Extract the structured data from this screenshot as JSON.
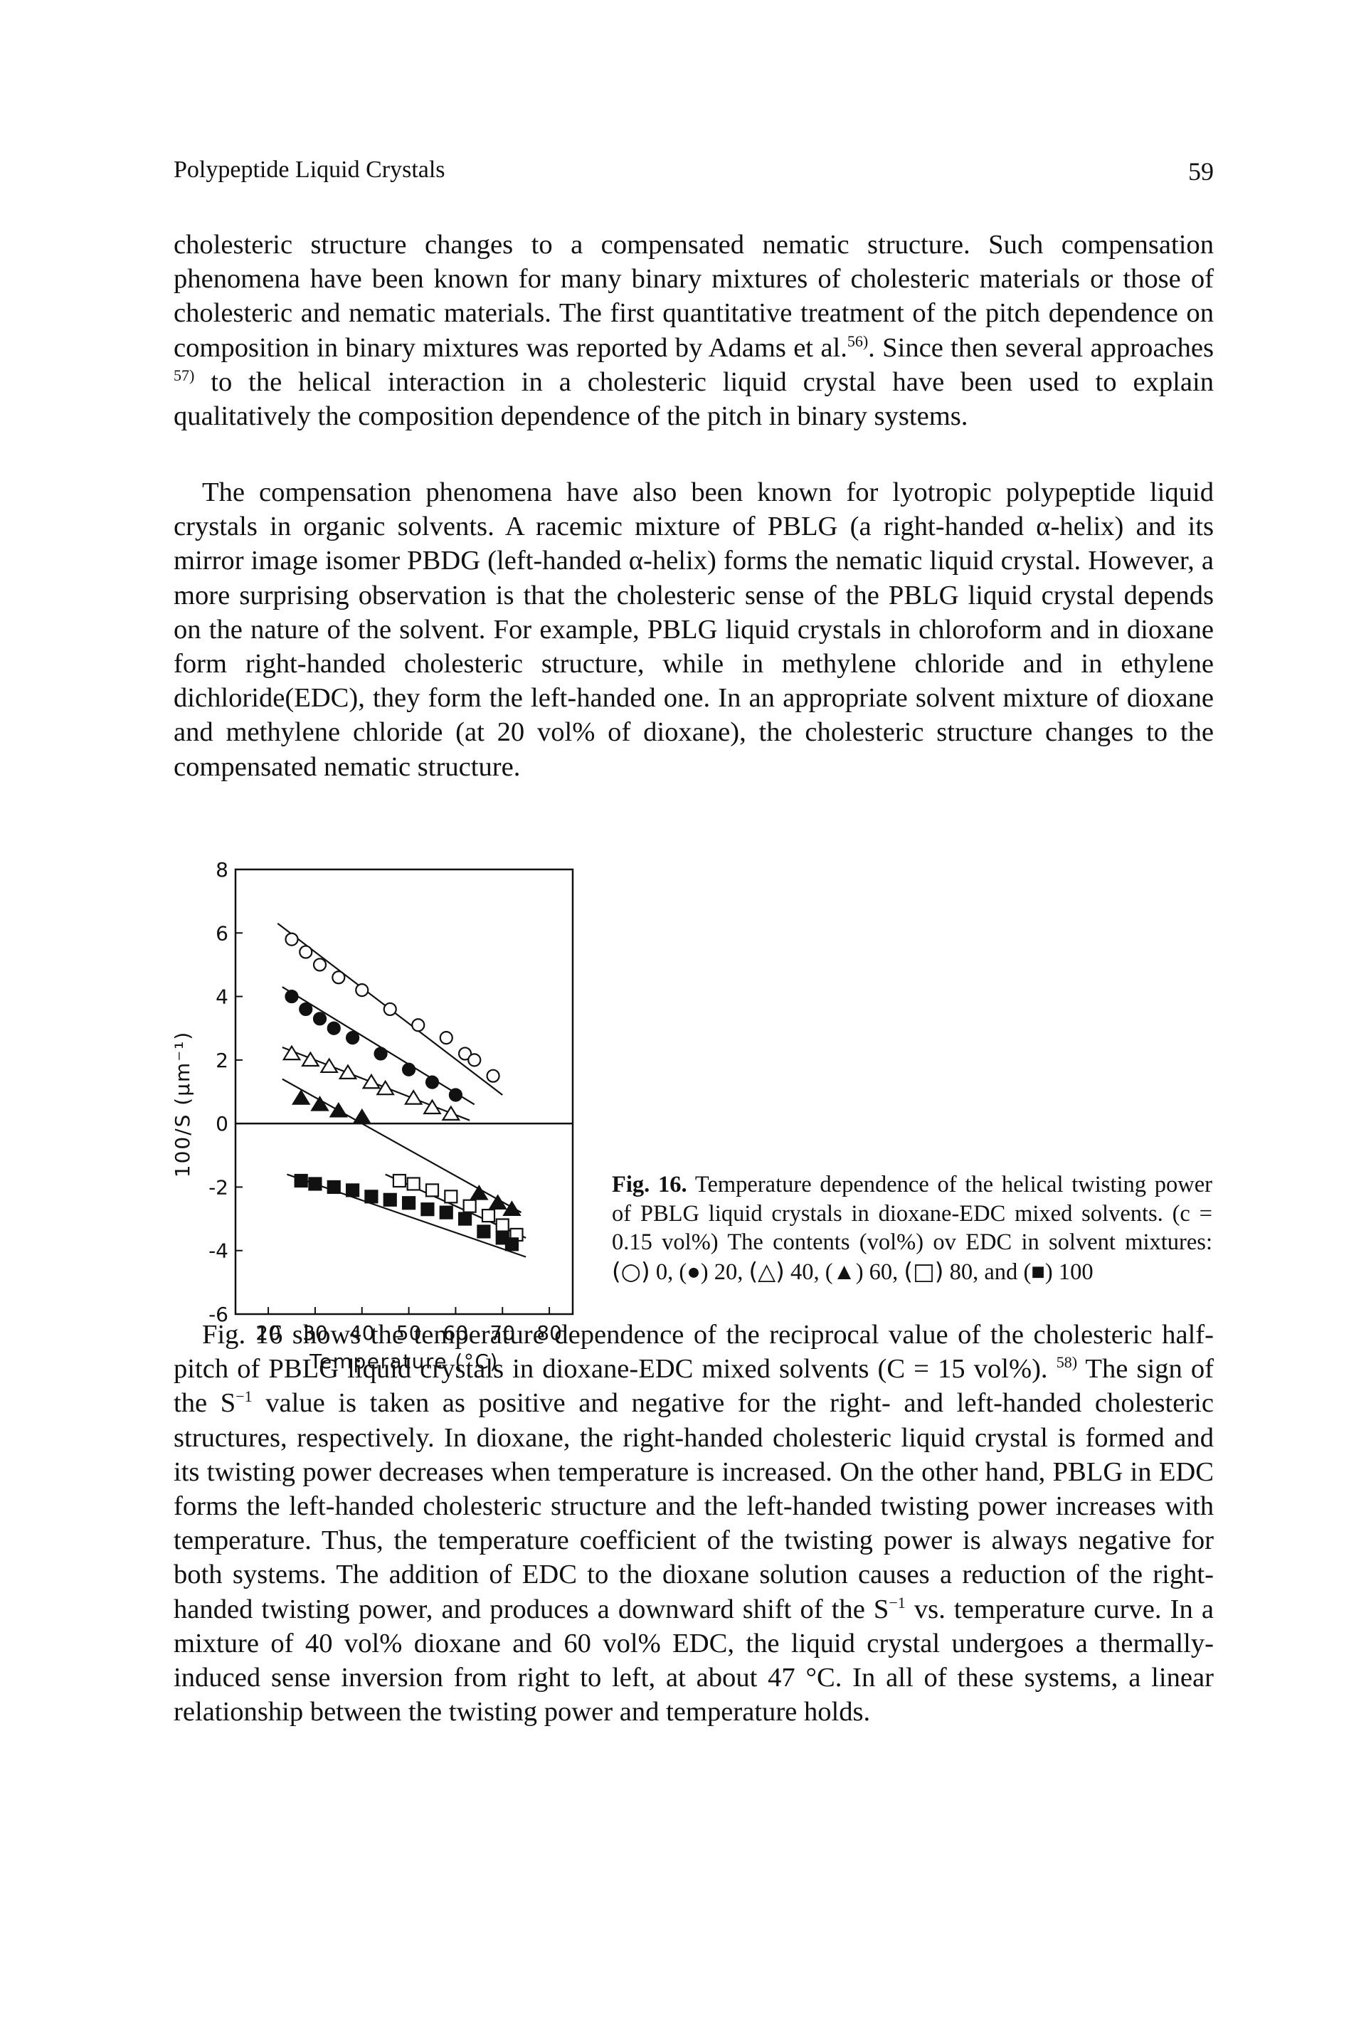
{
  "header": {
    "running_title": "Polypeptide Liquid Crystals",
    "page_number": "59"
  },
  "paragraphs": {
    "p1": {
      "text_a": "cholesteric structure changes to a compensated nematic structure. Such compensation phenomena have been known for many binary mixtures of cholesteric materials or those of cholesteric and nematic materials. The first quantitative treatment of the pitch dependence on composition in binary mixtures was reported by Adams et al.",
      "ref_a": "56)",
      "text_b": ". Since then several approaches",
      "ref_b": "57)",
      "text_c": "to the helical interaction in a cholesteric liquid crystal have been used to explain qualitatively the composition dependence of the pitch in binary systems."
    },
    "p2": {
      "text": "The compensation phenomena have also been known for lyotropic polypeptide liquid crystals in organic solvents. A racemic mixture of PBLG (a right-handed α-helix) and its mirror image isomer PBDG (left-handed α-helix) forms the nematic liquid crystal. However, a more surprising observation is that the cholesteric sense of the PBLG liquid crystal depends on the nature of the solvent. For example, PBLG liquid crystals in chloroform and in dioxane form right-handed cholesteric structure, while in methylene chloride and in ethylene dichloride(EDC), they form the left-handed one. In an appropriate solvent mixture of dioxane and methylene chloride (at 20 vol% of dioxane), the cholesteric structure changes to the compensated nematic structure."
    },
    "p3": {
      "text_a": "Fig. 16 shows the temperature dependence of the reciprocal value of the cholesteric half-pitch of PBLG liquid crystals in dioxane-EDC mixed solvents (C = 15 vol%).",
      "ref_a": "58)",
      "text_b": "The sign of the S",
      "sup_b": "−1",
      "text_c": "value is taken as positive and negative for the right- and left-handed cholesteric structures, respectively. In dioxane, the right-handed cholesteric liquid crystal is formed and its twisting power decreases when temperature is increased. On the other hand, PBLG in EDC forms the left-handed cholesteric structure and the left-handed twisting power increases with temperature. Thus, the temperature coefficient of the twisting power is always negative for both systems. The addition of EDC to the dioxane solution causes a reduction of the right-handed twisting power, and produces a downward shift of the S",
      "sup_c": "−1",
      "text_d": "vs. temperature curve. In a mixture of 40 vol% dioxane and 60 vol% EDC, the liquid crystal undergoes a thermally-induced sense inversion from right to left, at about 47 °C. In all of these systems, a linear relationship between the twisting power and temperature holds."
    }
  },
  "caption": {
    "fig_label": "Fig. 16.",
    "text_a": "Temperature dependence of the helical twisting power of PBLG liquid crystals in dioxane-EDC mixed solvents. (c = 0.15 vol%) The contents (vol%) ov EDC in solvent mixtures:",
    "sym_a": "(○)",
    "val_a": "0,",
    "sym_b": "(●)",
    "val_b": "20,",
    "sym_c": "(△)",
    "val_c": "40,",
    "sym_d": "(▲)",
    "val_d": "60,",
    "sym_e": "(□)",
    "val_e": "80, and",
    "sym_f": "(■)",
    "val_f": "100"
  },
  "chart_data": {
    "type": "scatter",
    "xlabel": "Temperature (°C)",
    "ylabel": "100/S (μm⁻¹)",
    "xlim": [
      13,
      85
    ],
    "ylim": [
      -6,
      8
    ],
    "x_ticks": [
      "20",
      "30",
      "40",
      "50",
      "60",
      "70",
      "80"
    ],
    "y_ticks": [
      "8",
      "6",
      "4",
      "2",
      "0",
      "-2",
      "-4",
      "-6"
    ],
    "zero_line": true,
    "series": [
      {
        "marker": "open-circle",
        "x": [
          25,
          28,
          31,
          35,
          40,
          46,
          52,
          58,
          62,
          64,
          68
        ],
        "y": [
          5.8,
          5.4,
          5.0,
          4.6,
          4.2,
          3.6,
          3.1,
          2.7,
          2.2,
          2.0,
          1.5
        ],
        "fit": [
          [
            22,
            6.3
          ],
          [
            70,
            0.9
          ]
        ]
      },
      {
        "marker": "filled-circle",
        "x": [
          25,
          28,
          31,
          34,
          38,
          44,
          50,
          55,
          60
        ],
        "y": [
          4.0,
          3.6,
          3.3,
          3.0,
          2.7,
          2.2,
          1.7,
          1.3,
          0.9
        ],
        "fit": [
          [
            23,
            4.3
          ],
          [
            64,
            0.6
          ]
        ]
      },
      {
        "marker": "open-triangle",
        "x": [
          25,
          29,
          33,
          37,
          42,
          45,
          51,
          55,
          59
        ],
        "y": [
          2.2,
          2.0,
          1.8,
          1.6,
          1.3,
          1.1,
          0.8,
          0.5,
          0.3
        ],
        "fit": [
          [
            23,
            2.4
          ],
          [
            63,
            0.1
          ]
        ]
      },
      {
        "marker": "filled-triangle",
        "x": [
          27,
          31,
          35,
          40,
          65,
          69,
          72
        ],
        "y": [
          0.8,
          0.6,
          0.4,
          0.2,
          -2.2,
          -2.5,
          -2.7
        ],
        "fit": [
          [
            23,
            1.4
          ],
          [
            74,
            -2.8
          ]
        ]
      },
      {
        "marker": "open-square",
        "x": [
          48,
          51,
          55,
          59,
          63,
          67,
          70,
          73
        ],
        "y": [
          -1.8,
          -1.9,
          -2.1,
          -2.3,
          -2.6,
          -2.9,
          -3.2,
          -3.5
        ],
        "fit": [
          [
            45,
            -1.6
          ],
          [
            75,
            -3.6
          ]
        ]
      },
      {
        "marker": "filled-square",
        "x": [
          27,
          30,
          34,
          38,
          42,
          46,
          50,
          54,
          58,
          62,
          66,
          70,
          72
        ],
        "y": [
          -1.8,
          -1.9,
          -2.0,
          -2.1,
          -2.3,
          -2.4,
          -2.5,
          -2.7,
          -2.8,
          -3.0,
          -3.4,
          -3.6,
          -3.8
        ],
        "fit": [
          [
            24,
            -1.6
          ],
          [
            75,
            -4.2
          ]
        ]
      }
    ]
  }
}
